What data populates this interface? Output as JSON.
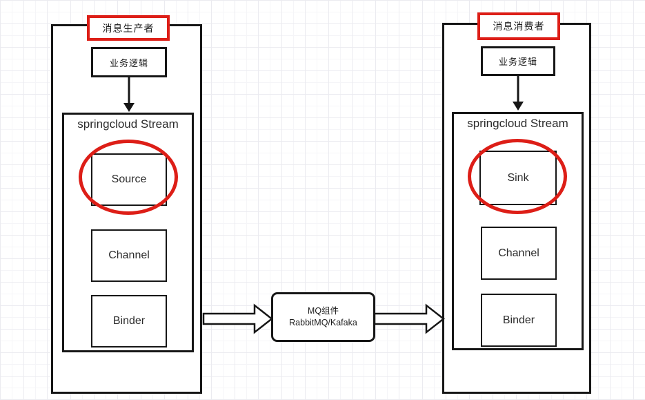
{
  "diagram": {
    "producer": {
      "title": "消息生产者",
      "logic_label": "业务逻辑",
      "stream_label": "springcloud Stream",
      "source_label": "Source",
      "channel_label": "Channel",
      "binder_label": "Binder"
    },
    "consumer": {
      "title": "消息消费者",
      "logic_label": "业务逻辑",
      "stream_label": "springcloud Stream",
      "sink_label": "Sink",
      "channel_label": "Channel",
      "binder_label": "Binder"
    },
    "mq": {
      "line1": "MQ组件",
      "line2": "RabbitMQ/Kafaka"
    },
    "colors": {
      "highlight_red": "#dd1e17",
      "box_stroke": "#161616",
      "grid_major": "#ebebf0",
      "grid_minor": "#f5f5f8"
    }
  }
}
